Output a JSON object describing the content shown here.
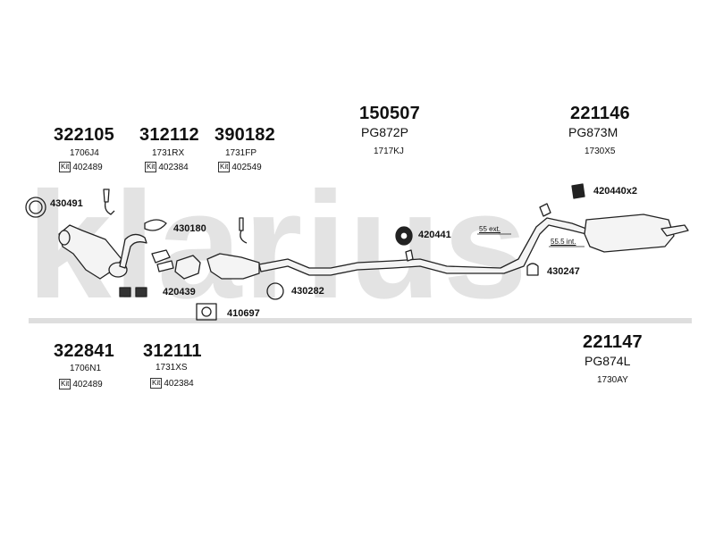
{
  "brand_watermark": "klarius",
  "groups": {
    "g1": {
      "part": "322105",
      "code": "1706J4",
      "kit": "402489"
    },
    "g2": {
      "part": "312112",
      "code": "1731RX",
      "kit": "402384"
    },
    "g3": {
      "part": "390182",
      "code": "1731FP",
      "kit": "402549"
    },
    "g4": {
      "part": "150507",
      "alt": "PG872P",
      "code": "1717KJ"
    },
    "g5": {
      "part": "221146",
      "alt": "PG873M",
      "code": "1730X5"
    },
    "g6": {
      "part": "322841",
      "code": "1706N1",
      "kit": "402489"
    },
    "g7": {
      "part": "312111",
      "code": "1731XS",
      "kit": "402384"
    },
    "g8": {
      "part": "221147",
      "alt": "PG874L",
      "code": "1730AY"
    }
  },
  "kit_label": "Kit",
  "refs": {
    "r430491": "430491",
    "r430180": "430180",
    "r420439": "420439",
    "r410697": "410697",
    "r430282": "430282",
    "r420441": "420441",
    "r420440": "420440x2",
    "r430247": "430247"
  },
  "dims": {
    "d55": "55 ext.",
    "d555": "55.5 int."
  },
  "colors": {
    "ink": "#222222",
    "watermark": "#e3e3e3",
    "part_fill": "#f2f2f2"
  }
}
